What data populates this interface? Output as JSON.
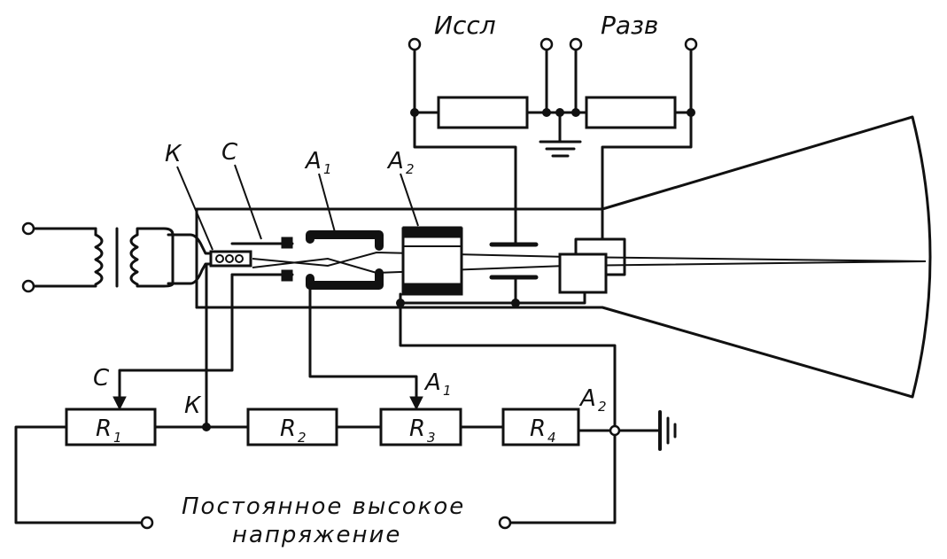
{
  "labels": {
    "K_top": "К",
    "C_top": "С",
    "A1_top": "А",
    "A1_top_sub": "1",
    "A2_top": "А",
    "A2_top_sub": "2",
    "issl": "Иссл",
    "razv": "Разв",
    "C_bottom": "С",
    "K_bottom": "К",
    "A1_bottom": "А",
    "A1_bottom_sub": "1",
    "A2_bottom": "А",
    "A2_bottom_sub": "2",
    "R1": "R",
    "R1_sub": "1",
    "R2": "R",
    "R2_sub": "2",
    "R3": "R",
    "R3_sub": "3",
    "R4": "R",
    "R4_sub": "4"
  },
  "caption": {
    "line1": "Постоянное высокое",
    "line2": "напряжение"
  }
}
